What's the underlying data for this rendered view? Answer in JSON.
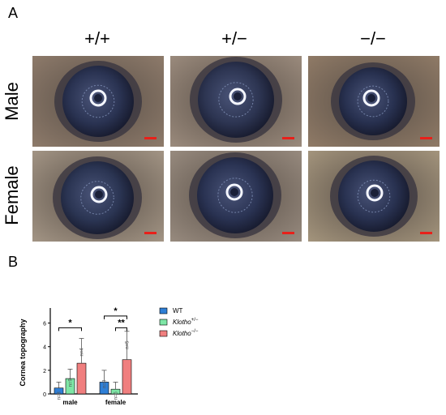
{
  "panels": {
    "a": "A",
    "b": "B"
  },
  "genotypes": [
    "+/+",
    "+/−",
    "−/−"
  ],
  "sexes": [
    "Male",
    "Female"
  ],
  "colors": {
    "scale_bar": "#e8201a",
    "wt": "#2f7fd6",
    "het": "#7ee6a6",
    "ko": "#f07f7f"
  },
  "chart_data": {
    "type": "bar",
    "ylabel": "Cornea topography",
    "categories": [
      "male",
      "female"
    ],
    "ylim": [
      0,
      7
    ],
    "yticks": [
      0,
      2,
      4,
      6
    ],
    "series": [
      {
        "name": "WT",
        "label_base": "Klotho",
        "label_sup": "",
        "color": "#2f7fd6",
        "values": [
          0.5,
          1.0
        ],
        "errors": [
          0.5,
          1.0
        ],
        "n": [
          "n=8",
          "n=8"
        ]
      },
      {
        "name": "Klotho+/−",
        "label_base": "Klotho",
        "label_sup": "+/−",
        "color": "#7ee6a6",
        "values": [
          1.3,
          0.4
        ],
        "errors": [
          0.8,
          0.6
        ],
        "n": [
          "n=9",
          "n=6"
        ]
      },
      {
        "name": "Klotho−/−",
        "label_base": "Klotho",
        "label_sup": "−/−",
        "color": "#f07f7f",
        "values": [
          2.6,
          2.9
        ],
        "errors": [
          2.1,
          2.4
        ],
        "n": [
          "n=4",
          "n=5"
        ]
      }
    ],
    "significance": [
      {
        "group": 0,
        "from": 0,
        "to": 2,
        "label": "*",
        "level": 5.6
      },
      {
        "group": 1,
        "from": 0,
        "to": 2,
        "label": "*",
        "level": 6.6
      },
      {
        "group": 1,
        "from": 1,
        "to": 2,
        "label": "**",
        "level": 5.6
      }
    ]
  }
}
